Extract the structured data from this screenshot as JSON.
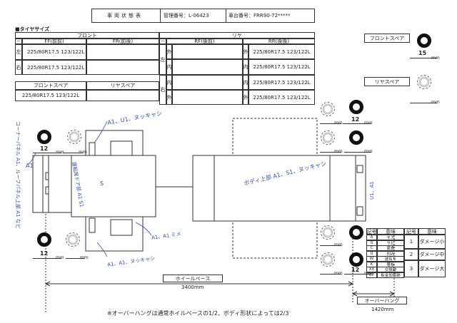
{
  "header": {
    "title": "車両状態表",
    "mgmt_label": "管理番号：L-06423",
    "chassis_label": "車台番号：FRR90-72*****"
  },
  "tire_section": {
    "heading": "■タイヤサイズ",
    "front": "フロント",
    "rear": "リヤ",
    "ff_front": "FF(前前)",
    "fr_front": "FR(前後)",
    "rf_rear": "RF(後前)",
    "rr_rear": "RR(後後)",
    "dash": "－",
    "left": "左",
    "right": "右",
    "outer": "外",
    "inner": "内",
    "front_left_size": "225/80R17.5 123/122L",
    "front_right_size": "225/80R17.5 123/122L",
    "rr_left_outer": "225/80R17.5 123/122L",
    "rr_left_inner": "225/80R17.5 123/122L",
    "rr_right_inner": "225/80R17.5 123/122L",
    "rr_right_outer": "225/80R17.5 123/122L",
    "front_spare_header": "フロントスペア",
    "rear_spare_header": "リヤスペア",
    "front_spare_size": "225/80R17.5 123/122L"
  },
  "spare_panel": {
    "front_spare": "フロントスペア",
    "front_spare_depth": "15",
    "rear_spare": "リヤスペア",
    "unit": "mm"
  },
  "depths": {
    "front_left": "12",
    "front_right": "12",
    "rear_left_outer": "12",
    "rear_right_outer": "12",
    "unit": "mm"
  },
  "annotations": {
    "ann1": "A1、U1、ヌッキャシ",
    "ann2": "コーナーパネル A1、ルーフパネル上部 A1 など",
    "ann3": "運転席ドア部 A1 S1",
    "ann4": "A1、A1 ミメ",
    "ann5": "A1、A1、ヌッキャシ",
    "ann6": "ボディ上部 A1、S1、ヌッキャシ",
    "ann7": "U1、A1",
    "ann8": "S",
    "ann9": "A1"
  },
  "legend": {
    "col_code": "記号",
    "col_meaning": "意味",
    "col_code2": "記号",
    "col_meaning2": "意味",
    "rows": [
      {
        "code": "A",
        "meaning": "キズ"
      },
      {
        "code": "S",
        "meaning": "サビ"
      },
      {
        "code": "C",
        "meaning": "腐食"
      },
      {
        "code": "U",
        "meaning": "凹み"
      },
      {
        "code": "W",
        "meaning": "波有り"
      },
      {
        "code": "K",
        "meaning": "著板"
      },
      {
        "code": "XX",
        "meaning": "交換跡"
      },
      {
        "code": "BP",
        "meaning": "板金加修跡"
      }
    ],
    "levels": [
      {
        "code": "1",
        "meaning": "ダメージ小"
      },
      {
        "code": "2",
        "meaning": "ダメージ中"
      },
      {
        "code": "3",
        "meaning": "ダメージ大"
      }
    ]
  },
  "dimensions": {
    "wheelbase_label": "ホイールベース",
    "wheelbase_value": "3400mm",
    "overhang_label": "オーバーハング",
    "overhang_value": "1420mm"
  },
  "footnote": "※オーバーハングは通常ホイルベースの1/2、ボディ形状によっては2/3"
}
